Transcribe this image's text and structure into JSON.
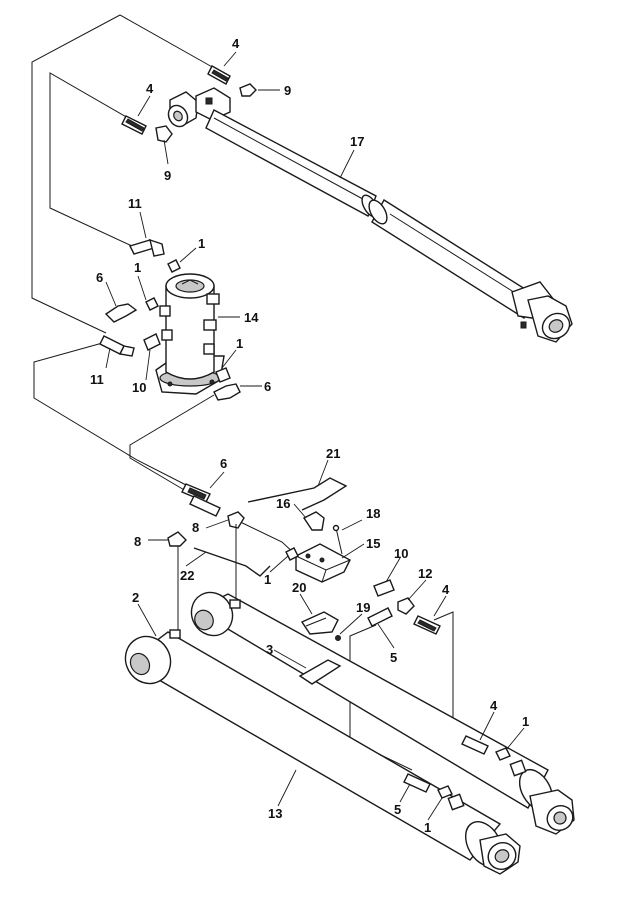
{
  "diagram": {
    "callouts": {
      "c4a": "4",
      "c9a": "9",
      "c4b": "4",
      "c9b": "9",
      "c17": "17",
      "c11a": "11",
      "c1a": "1",
      "c1b": "1",
      "c6a": "6",
      "c14": "14",
      "c1c": "1",
      "c11b": "11",
      "c10a": "10",
      "c6b": "6",
      "c21": "21",
      "c6c": "6",
      "c16": "16",
      "c18": "18",
      "c8a": "8",
      "c8b": "8",
      "c15": "15",
      "c10b": "10",
      "c12": "12",
      "c4c": "4",
      "c1d": "1",
      "c22": "22",
      "c20": "20",
      "c19": "19",
      "c5a": "5",
      "c2": "2",
      "c3": "3",
      "c4d": "4",
      "c1e": "1",
      "c13": "13",
      "c5b": "5",
      "c1f": "1"
    }
  }
}
